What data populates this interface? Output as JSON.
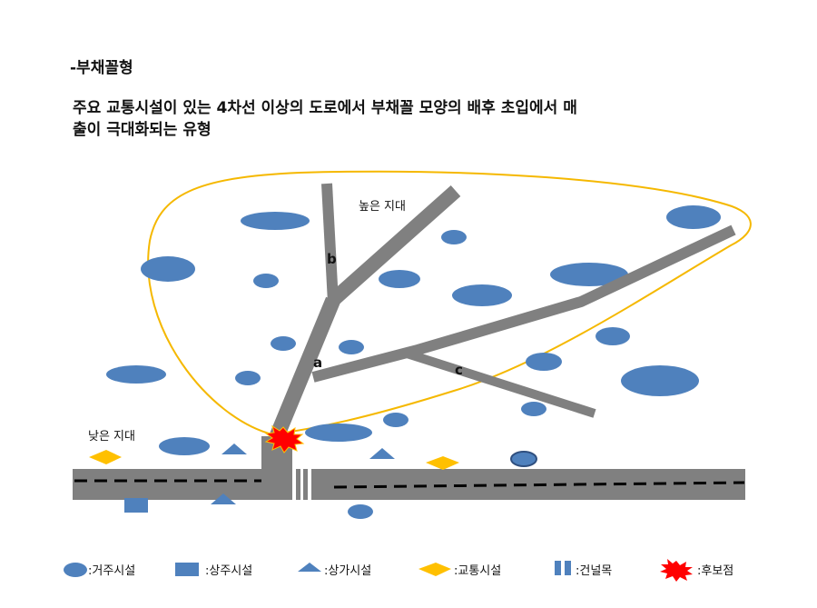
{
  "title": "-부채꼴형",
  "description": {
    "line1": "주요 교통시설이 있는 4차선 이상의 도로에서 부채꼴 모양의 배후 초입에서 매",
    "line2": "출이 극대화되는 유형"
  },
  "labels": {
    "high_zone": "높은 지대",
    "low_zone": "낮은 지대",
    "road_a": "a",
    "road_b": "b",
    "road_c": "c"
  },
  "legend": [
    {
      "icon": "residential-ellipse",
      "label": ":거주시설"
    },
    {
      "icon": "commercial-residential-square",
      "label": ":상주시설"
    },
    {
      "icon": "commercial-triangle",
      "label": ":상가시설"
    },
    {
      "icon": "transport-diamond",
      "label": ":교통시설"
    },
    {
      "icon": "crosswalk-bars",
      "label": ":건널목"
    },
    {
      "icon": "candidate-starburst",
      "label": ":후보점"
    }
  ],
  "colors": {
    "road": "#808080",
    "residential": "#4f81bd",
    "transport": "#ffc000",
    "boundary": "#f5b800",
    "candidate": "#ff0000"
  }
}
